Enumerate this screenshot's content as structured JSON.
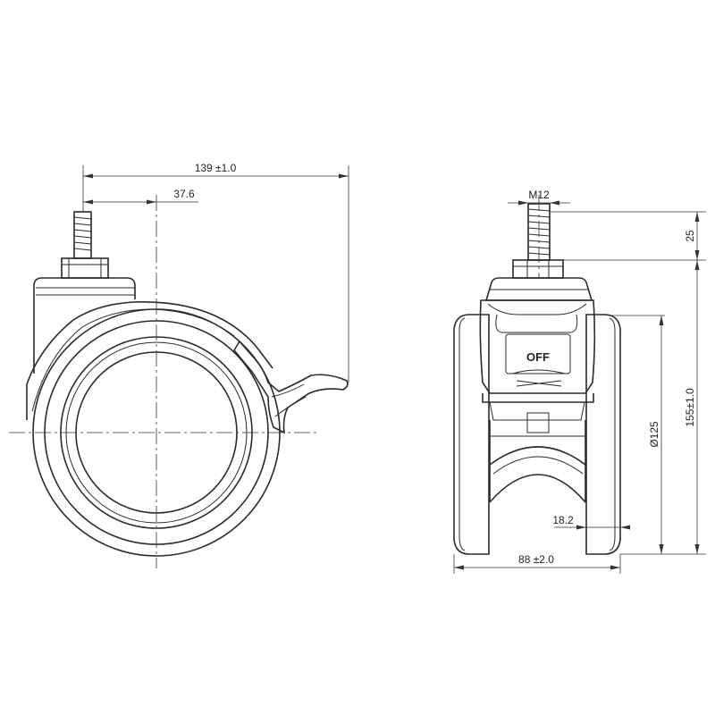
{
  "side_view": {
    "dimensions": {
      "overall_length": "139 ±1.0",
      "offset": "37.6"
    }
  },
  "front_view": {
    "brake_label": "OFF",
    "dimensions": {
      "thread": "M12",
      "stem_length": "25",
      "wheel_diameter": "Ø125",
      "overall_height": "155±1.0",
      "tread_width": "18.2",
      "overall_width": "88 ±2.0"
    }
  }
}
